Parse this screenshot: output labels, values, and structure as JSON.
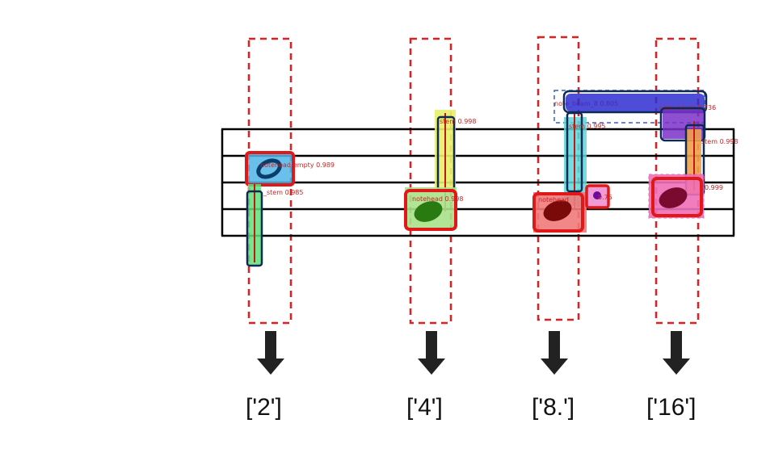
{
  "colors": {
    "staff": "#000000",
    "column_box": "#e02020",
    "arrow": "#222222",
    "label_text": "#cc2222",
    "head_box": "#e01818",
    "stem_box": "#0d2a55",
    "beam_box": "#0d2a55"
  },
  "detections": {
    "d1": "notehead-empty 0.989",
    "d2": "_stem 0.985",
    "d3": "stem 0.998",
    "d4": "notehead 0.998",
    "d5": "note_beam_8 0.805",
    "d6": "stem 0.995",
    "d7": "notehead",
    "d8": "0.75",
    "d9": "note_beam 0.736",
    "d10": "stem 0.998",
    "d11": "0.999"
  },
  "outputs": {
    "o1": "['2']",
    "o2": "['4']",
    "o3": "['8.']",
    "o4": "['16']"
  }
}
